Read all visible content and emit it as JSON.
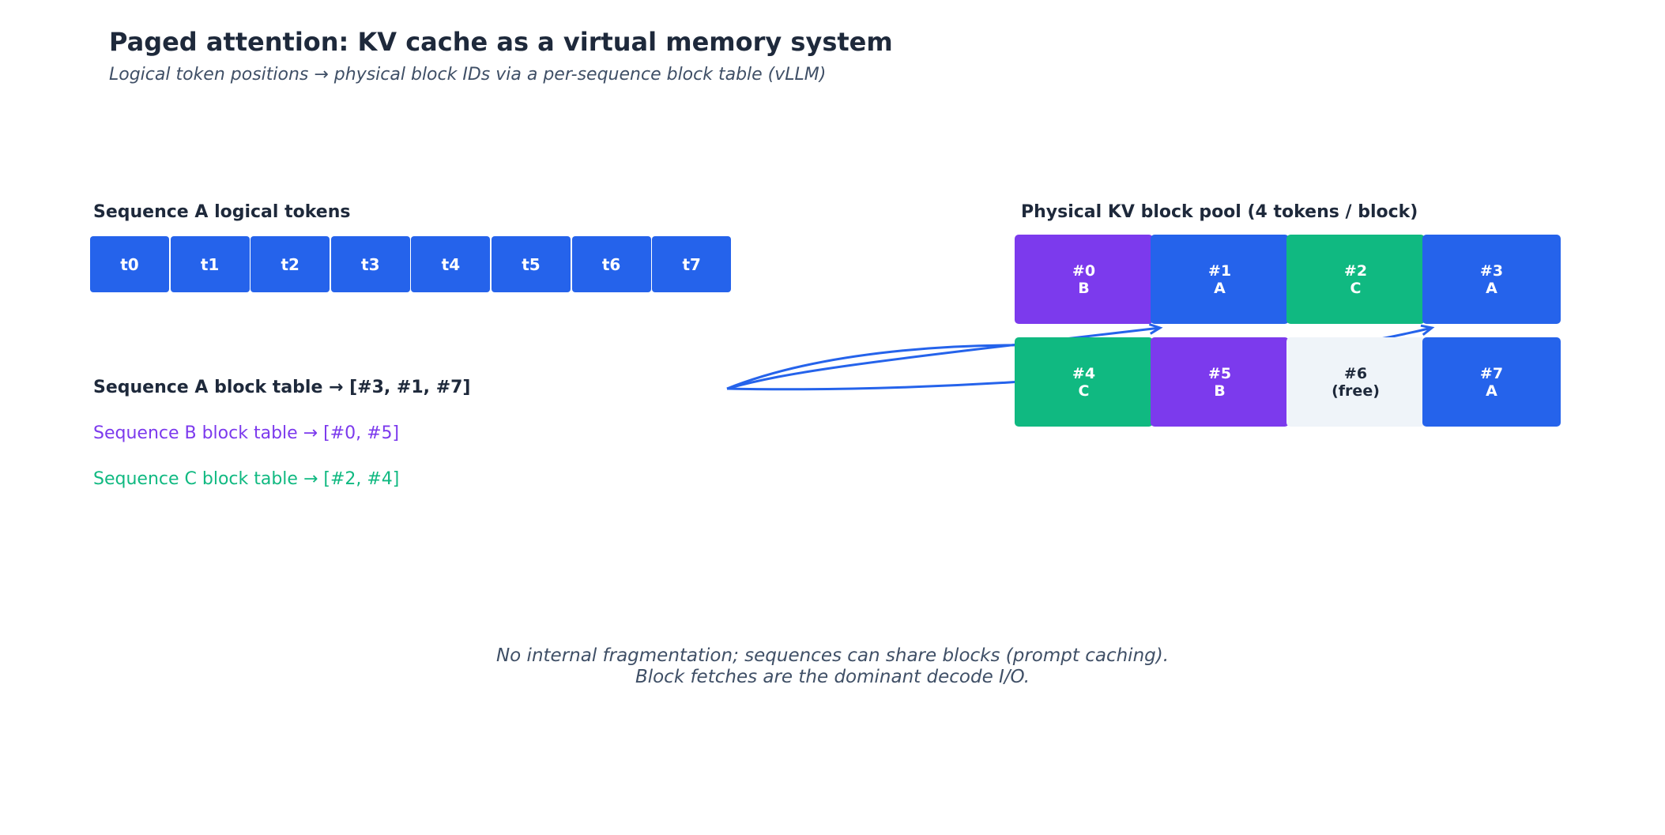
{
  "title": "Paged attention: KV cache as a virtual memory system",
  "subtitle": "Logical token positions → physical block IDs via a per-sequence block table (vLLM)",
  "logical": {
    "label": "Sequence A logical tokens",
    "tokens": [
      "t0",
      "t1",
      "t2",
      "t3",
      "t4",
      "t5",
      "t6",
      "t7"
    ],
    "token_color": "#2563eb"
  },
  "pool": {
    "label": "Physical KV block pool (4 tokens / block)",
    "blocks": [
      {
        "id": "#0",
        "owner": "B",
        "color": "#7c3aed"
      },
      {
        "id": "#1",
        "owner": "A",
        "color": "#2563eb"
      },
      {
        "id": "#2",
        "owner": "C",
        "color": "#10b981"
      },
      {
        "id": "#3",
        "owner": "A",
        "color": "#2563eb"
      },
      {
        "id": "#4",
        "owner": "C",
        "color": "#10b981"
      },
      {
        "id": "#5",
        "owner": "B",
        "color": "#7c3aed"
      },
      {
        "id": "#6",
        "owner": "(free)",
        "color": "#eff4f9"
      },
      {
        "id": "#7",
        "owner": "A",
        "color": "#2563eb"
      }
    ]
  },
  "block_tables": [
    {
      "text": "Sequence A block table → [#3, #1, #7]",
      "color": "#1e293b",
      "bold": true
    },
    {
      "text": "Sequence B block table → [#0, #5]",
      "color": "#7c3aed",
      "bold": false
    },
    {
      "text": "Sequence C block table → [#2, #4]",
      "color": "#10b981",
      "bold": false
    }
  ],
  "mapping": {
    "from": "Sequence A block table",
    "to": [
      "#3",
      "#1",
      "#7"
    ],
    "color": "#2563eb"
  },
  "footnote": {
    "line1": "No internal fragmentation; sequences can share blocks (prompt caching).",
    "line2": "Block fetches are the dominant decode I/O."
  }
}
